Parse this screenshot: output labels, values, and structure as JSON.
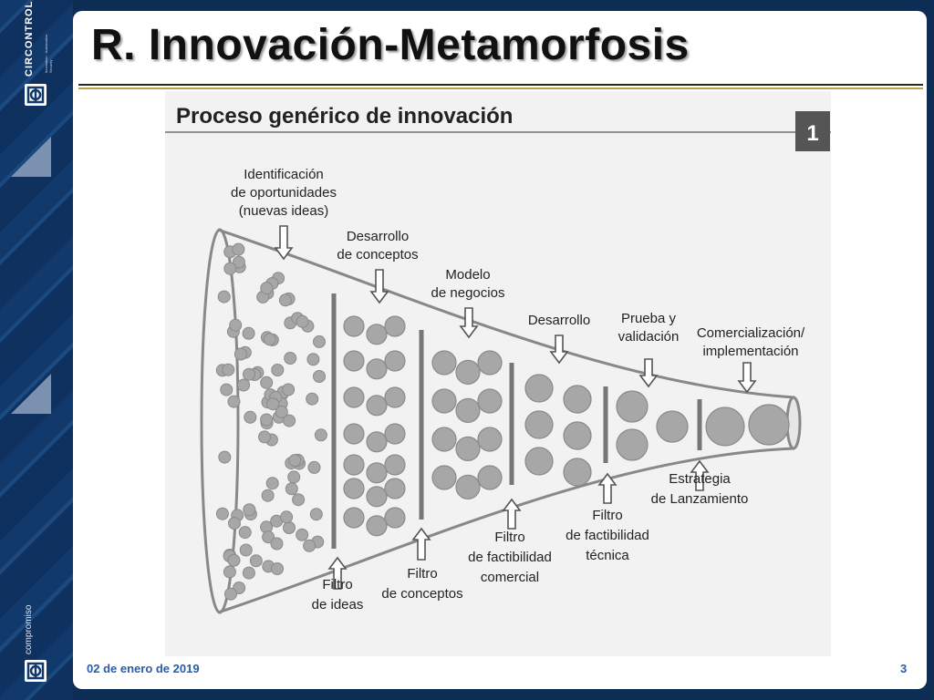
{
  "slide": {
    "title": "R. Innovación-Metamorfosis",
    "date": "02 de enero de 2019",
    "page_number": "3"
  },
  "sidebar": {
    "brand": "CIRCONTROL",
    "brand_sub": "Innovation · Automation · Security",
    "motto": "compromiso"
  },
  "figure": {
    "header_title": "Proceso genérico de innovación",
    "number_badge": "1",
    "stages_top": [
      [
        "Identificación",
        "de oportunidades",
        "(nuevas ideas)"
      ],
      [
        "Desarrollo",
        "de conceptos"
      ],
      [
        "Modelo",
        "de negocios"
      ],
      [
        "Desarrollo"
      ],
      [
        "Prueba y",
        "validación"
      ],
      [
        "Comercialización/",
        "implementación"
      ]
    ],
    "filters_bottom": [
      [
        "Filtro",
        "de ideas"
      ],
      [
        "Filtro",
        "de conceptos"
      ],
      [
        "Filtro",
        "de factibilidad",
        "comercial"
      ],
      [
        "Filtro",
        "de factibilidad",
        "técnica"
      ],
      [
        "Estrategia",
        "de Lanzamiento"
      ]
    ]
  },
  "colors": {
    "sidebar": "#12396b",
    "accent_footer": "#2a5ba8",
    "figure_bg": "#f2f2f2",
    "bubble": "#a7a7a7",
    "badge": "#555555"
  }
}
